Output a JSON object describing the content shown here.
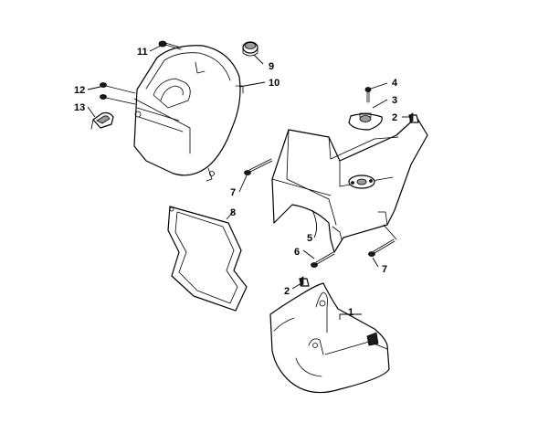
{
  "diagram": {
    "callouts": [
      {
        "id": "c1",
        "label": "1"
      },
      {
        "id": "c2a",
        "label": "2"
      },
      {
        "id": "c2b",
        "label": "2"
      },
      {
        "id": "c3",
        "label": "3"
      },
      {
        "id": "c4",
        "label": "4"
      },
      {
        "id": "c5",
        "label": "5"
      },
      {
        "id": "c6",
        "label": "6"
      },
      {
        "id": "c7a",
        "label": "7"
      },
      {
        "id": "c7b",
        "label": "7"
      },
      {
        "id": "c8",
        "label": "8"
      },
      {
        "id": "c9",
        "label": "9"
      },
      {
        "id": "c10",
        "label": "10"
      },
      {
        "id": "c11",
        "label": "11"
      },
      {
        "id": "c12",
        "label": "12"
      },
      {
        "id": "c13",
        "label": "13"
      }
    ]
  }
}
